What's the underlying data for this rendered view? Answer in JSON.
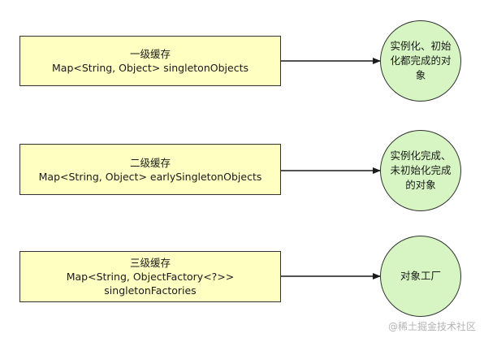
{
  "levels": [
    {
      "box": {
        "lines": [
          "一级缓存",
          "Map<String, Object> singletonObjects"
        ]
      },
      "circle": {
        "lines": [
          "实例化、初始",
          "化都完成的对",
          "象"
        ]
      }
    },
    {
      "box": {
        "lines": [
          "二级缓存",
          "Map<String, Object> earlySingletonObjects"
        ]
      },
      "circle": {
        "lines": [
          "实例化完成、",
          "未初始化完成",
          "的对象"
        ]
      }
    },
    {
      "box": {
        "lines": [
          "三级缓存",
          "Map<String, ObjectFactory<?>>",
          "singletonFactories"
        ]
      },
      "circle": {
        "lines": [
          "对象工厂"
        ]
      }
    }
  ],
  "watermark": "@稀土掘金技术社区",
  "colors": {
    "box_fill": "#ffffc2",
    "circle_fill": "#d6f5c2",
    "stroke": "#333333"
  }
}
